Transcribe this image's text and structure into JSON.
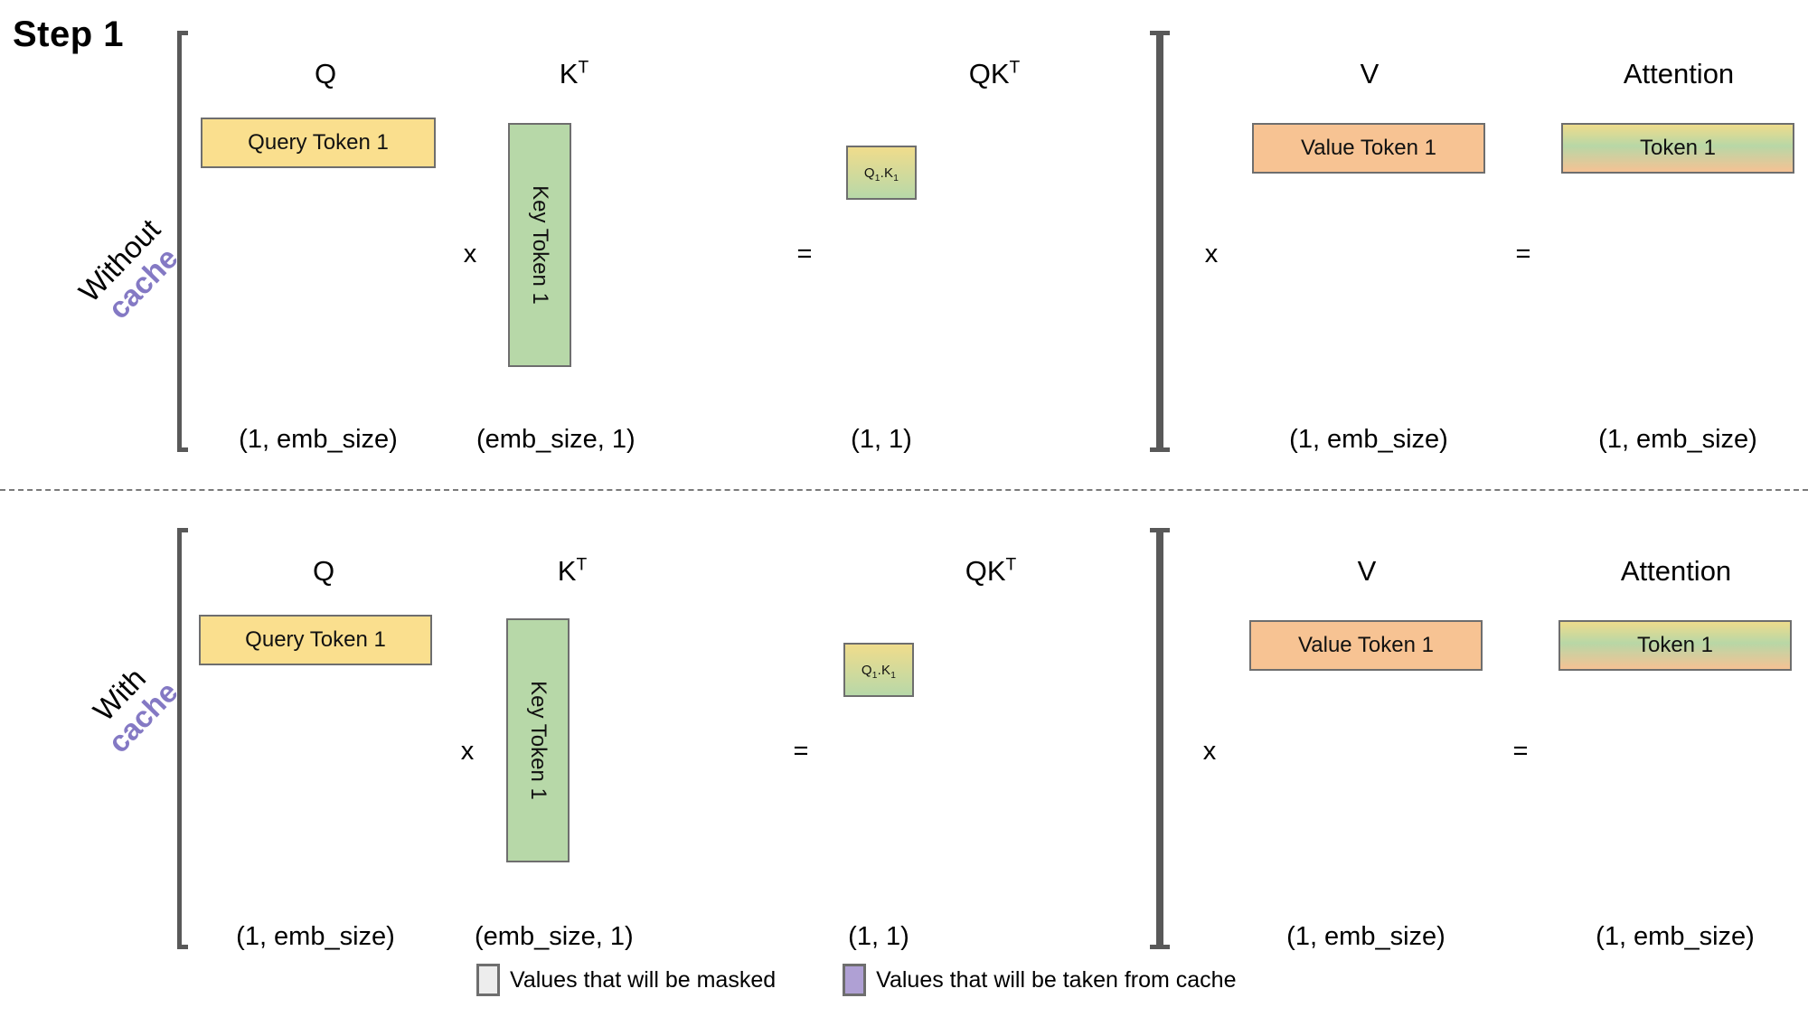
{
  "title": "Step 1",
  "rows": [
    {
      "id": "without",
      "label_line1": "Without",
      "label_line2": "cache",
      "groups": {
        "q": {
          "header": "Q",
          "header_sup": "",
          "box_text": "Query Token 1",
          "dim": "(1, emb_size)"
        },
        "kt": {
          "header": "K",
          "header_sup": "T",
          "box_text": "Key Token 1",
          "dim": "(emb_size, 1)"
        },
        "qkt": {
          "header": "QK",
          "header_sup": "T",
          "box_text_main": "Q",
          "box_sub1": "1",
          "box_mid": ".K",
          "box_sub2": "1",
          "dim": "(1, 1)"
        },
        "v": {
          "header": "V",
          "header_sup": "",
          "box_text": "Value Token 1",
          "dim": "(1, emb_size)"
        },
        "attention": {
          "header": "Attention",
          "header_sup": "",
          "box_text": "Token 1",
          "dim": "(1, emb_size)"
        }
      },
      "operators": {
        "mul1": "x",
        "eq1": "=",
        "mul2": "x",
        "eq2": "="
      }
    },
    {
      "id": "with",
      "label_line1": "With",
      "label_line2": "cache",
      "groups": {
        "q": {
          "header": "Q",
          "header_sup": "",
          "box_text": "Query Token 1",
          "dim": "(1, emb_size)"
        },
        "kt": {
          "header": "K",
          "header_sup": "T",
          "box_text": "Key Token 1",
          "dim": "(emb_size, 1)"
        },
        "qkt": {
          "header": "QK",
          "header_sup": "T",
          "box_text_main": "Q",
          "box_sub1": "1",
          "box_mid": ".K",
          "box_sub2": "1",
          "dim": "(1, 1)"
        },
        "v": {
          "header": "V",
          "header_sup": "",
          "box_text": "Value Token 1",
          "dim": "(1, emb_size)"
        },
        "attention": {
          "header": "Attention",
          "header_sup": "",
          "box_text": "Token 1",
          "dim": "(1, emb_size)"
        }
      },
      "operators": {
        "mul1": "x",
        "eq1": "=",
        "mul2": "x",
        "eq2": "="
      }
    }
  ],
  "legend": [
    {
      "swatch": "masked",
      "label": "Values that will be masked",
      "color": "#EDEDED"
    },
    {
      "swatch": "cached",
      "label": "Values that will be taken from cache",
      "color": "#AFA0D4"
    }
  ],
  "colors": {
    "query": "#FADF8E",
    "key": "#B7D8A8",
    "value": "#F7C393",
    "cache_accent": "#8479C4",
    "box_border": "#6E6E6E",
    "bracket": "#595959"
  }
}
